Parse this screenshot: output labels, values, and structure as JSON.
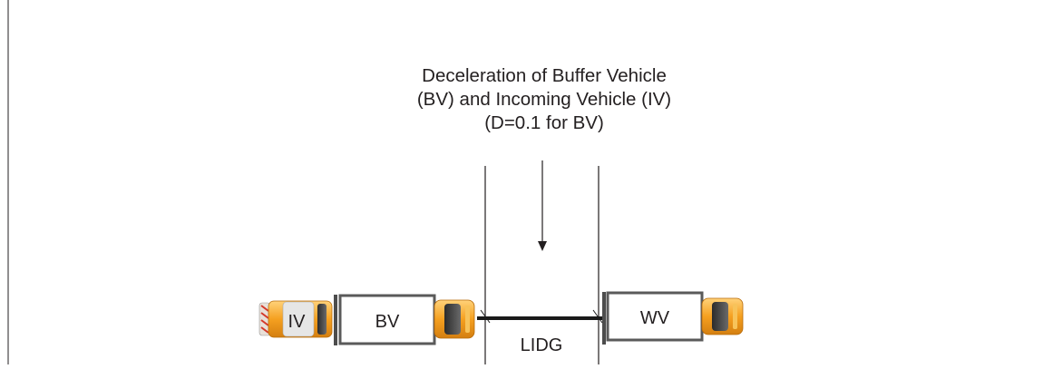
{
  "caption": {
    "line1": "Deceleration of Buffer Vehicle",
    "line2": "(BV) and Incoming Vehicle (IV)",
    "line3": "(D=0.1 for BV)"
  },
  "vehicles": {
    "iv_label": "IV",
    "bv_label": "BV",
    "wv_label": "WV"
  },
  "gap_label": "LIDG",
  "colors": {
    "line": "#231f20",
    "box_border": "#5a5a5a",
    "truck_orange": "#f5a020",
    "truck_dark": "#3a3a3a"
  }
}
